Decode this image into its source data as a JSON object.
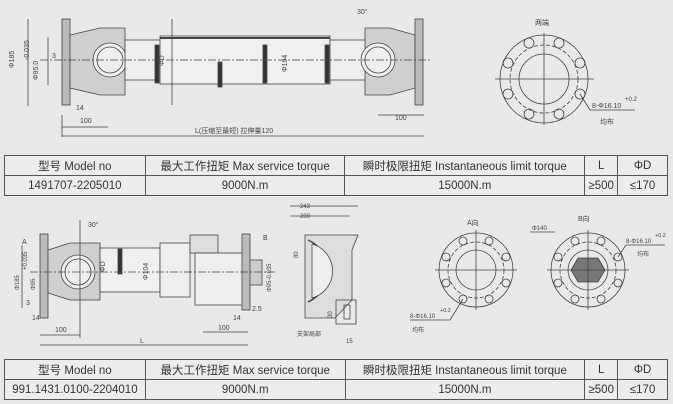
{
  "product1": {
    "drawing": {
      "dia_flange": "Φ185",
      "dia_spigot": "Φ95.0",
      "spigot_tol": "-0.035",
      "dim_3": "3",
      "dim_14": "14",
      "dim_100_left": "100",
      "dim_100_right": "100",
      "dim_phiD": "ΦD",
      "dim_phi104": "Φ104",
      "angle": "30°",
      "length_label": "L(压缩至最短)  拉伸量120"
    },
    "flange_view": {
      "title": "两端",
      "holes": "8-Φ16.10",
      "hole_tol": "+0.2",
      "note": "均布"
    },
    "table": {
      "headers": [
        "型号  Model no",
        "最大工作扭矩  Max service torque",
        "瞬时极限扭矩  Instantaneous limit torque",
        "L",
        "ΦD"
      ],
      "row": [
        "1491707-2205010",
        "9000N.m",
        "15000N.m",
        "≥500",
        "≤170"
      ]
    }
  },
  "product2": {
    "drawing": {
      "dia_flange": "Φ185",
      "dia_spigot": "Φ95",
      "spigot_tol": "+0.035",
      "dia_spigot_right": "Φ95-0.035",
      "dim_3": "3",
      "dim_14_left": "14",
      "dim_14_right": "14",
      "dim_2_5": "2.5",
      "dim_100_left": "100",
      "dim_100_right": "100",
      "dim_phiD": "ΦD",
      "dim_phi104": "Φ104",
      "angle": "30°",
      "view_a": "A",
      "view_b": "B",
      "length_label": "L"
    },
    "support": {
      "dim_243": "243",
      "dim_200": "200",
      "dim_80": "80",
      "dim_30": "30",
      "dim_15": "15",
      "label": "支架局部"
    },
    "view_a": {
      "title": "A向",
      "holes": "8-Φ16.10",
      "hole_tol": "+0.2",
      "note": "均布"
    },
    "view_b": {
      "title": "B向",
      "pcd": "Φ140",
      "holes": "8-Φ16.10",
      "hole_tol": "+0.2",
      "note": "均布"
    },
    "table": {
      "headers": [
        "型号  Model no",
        "最大工作扭矩  Max service torque",
        "瞬时极限扭矩  Instantaneous limit torque",
        "L",
        "ΦD"
      ],
      "row": [
        "991.1431.0100-2204010",
        "9000N.m",
        "15000N.m",
        "≥500",
        "≤170"
      ]
    }
  }
}
